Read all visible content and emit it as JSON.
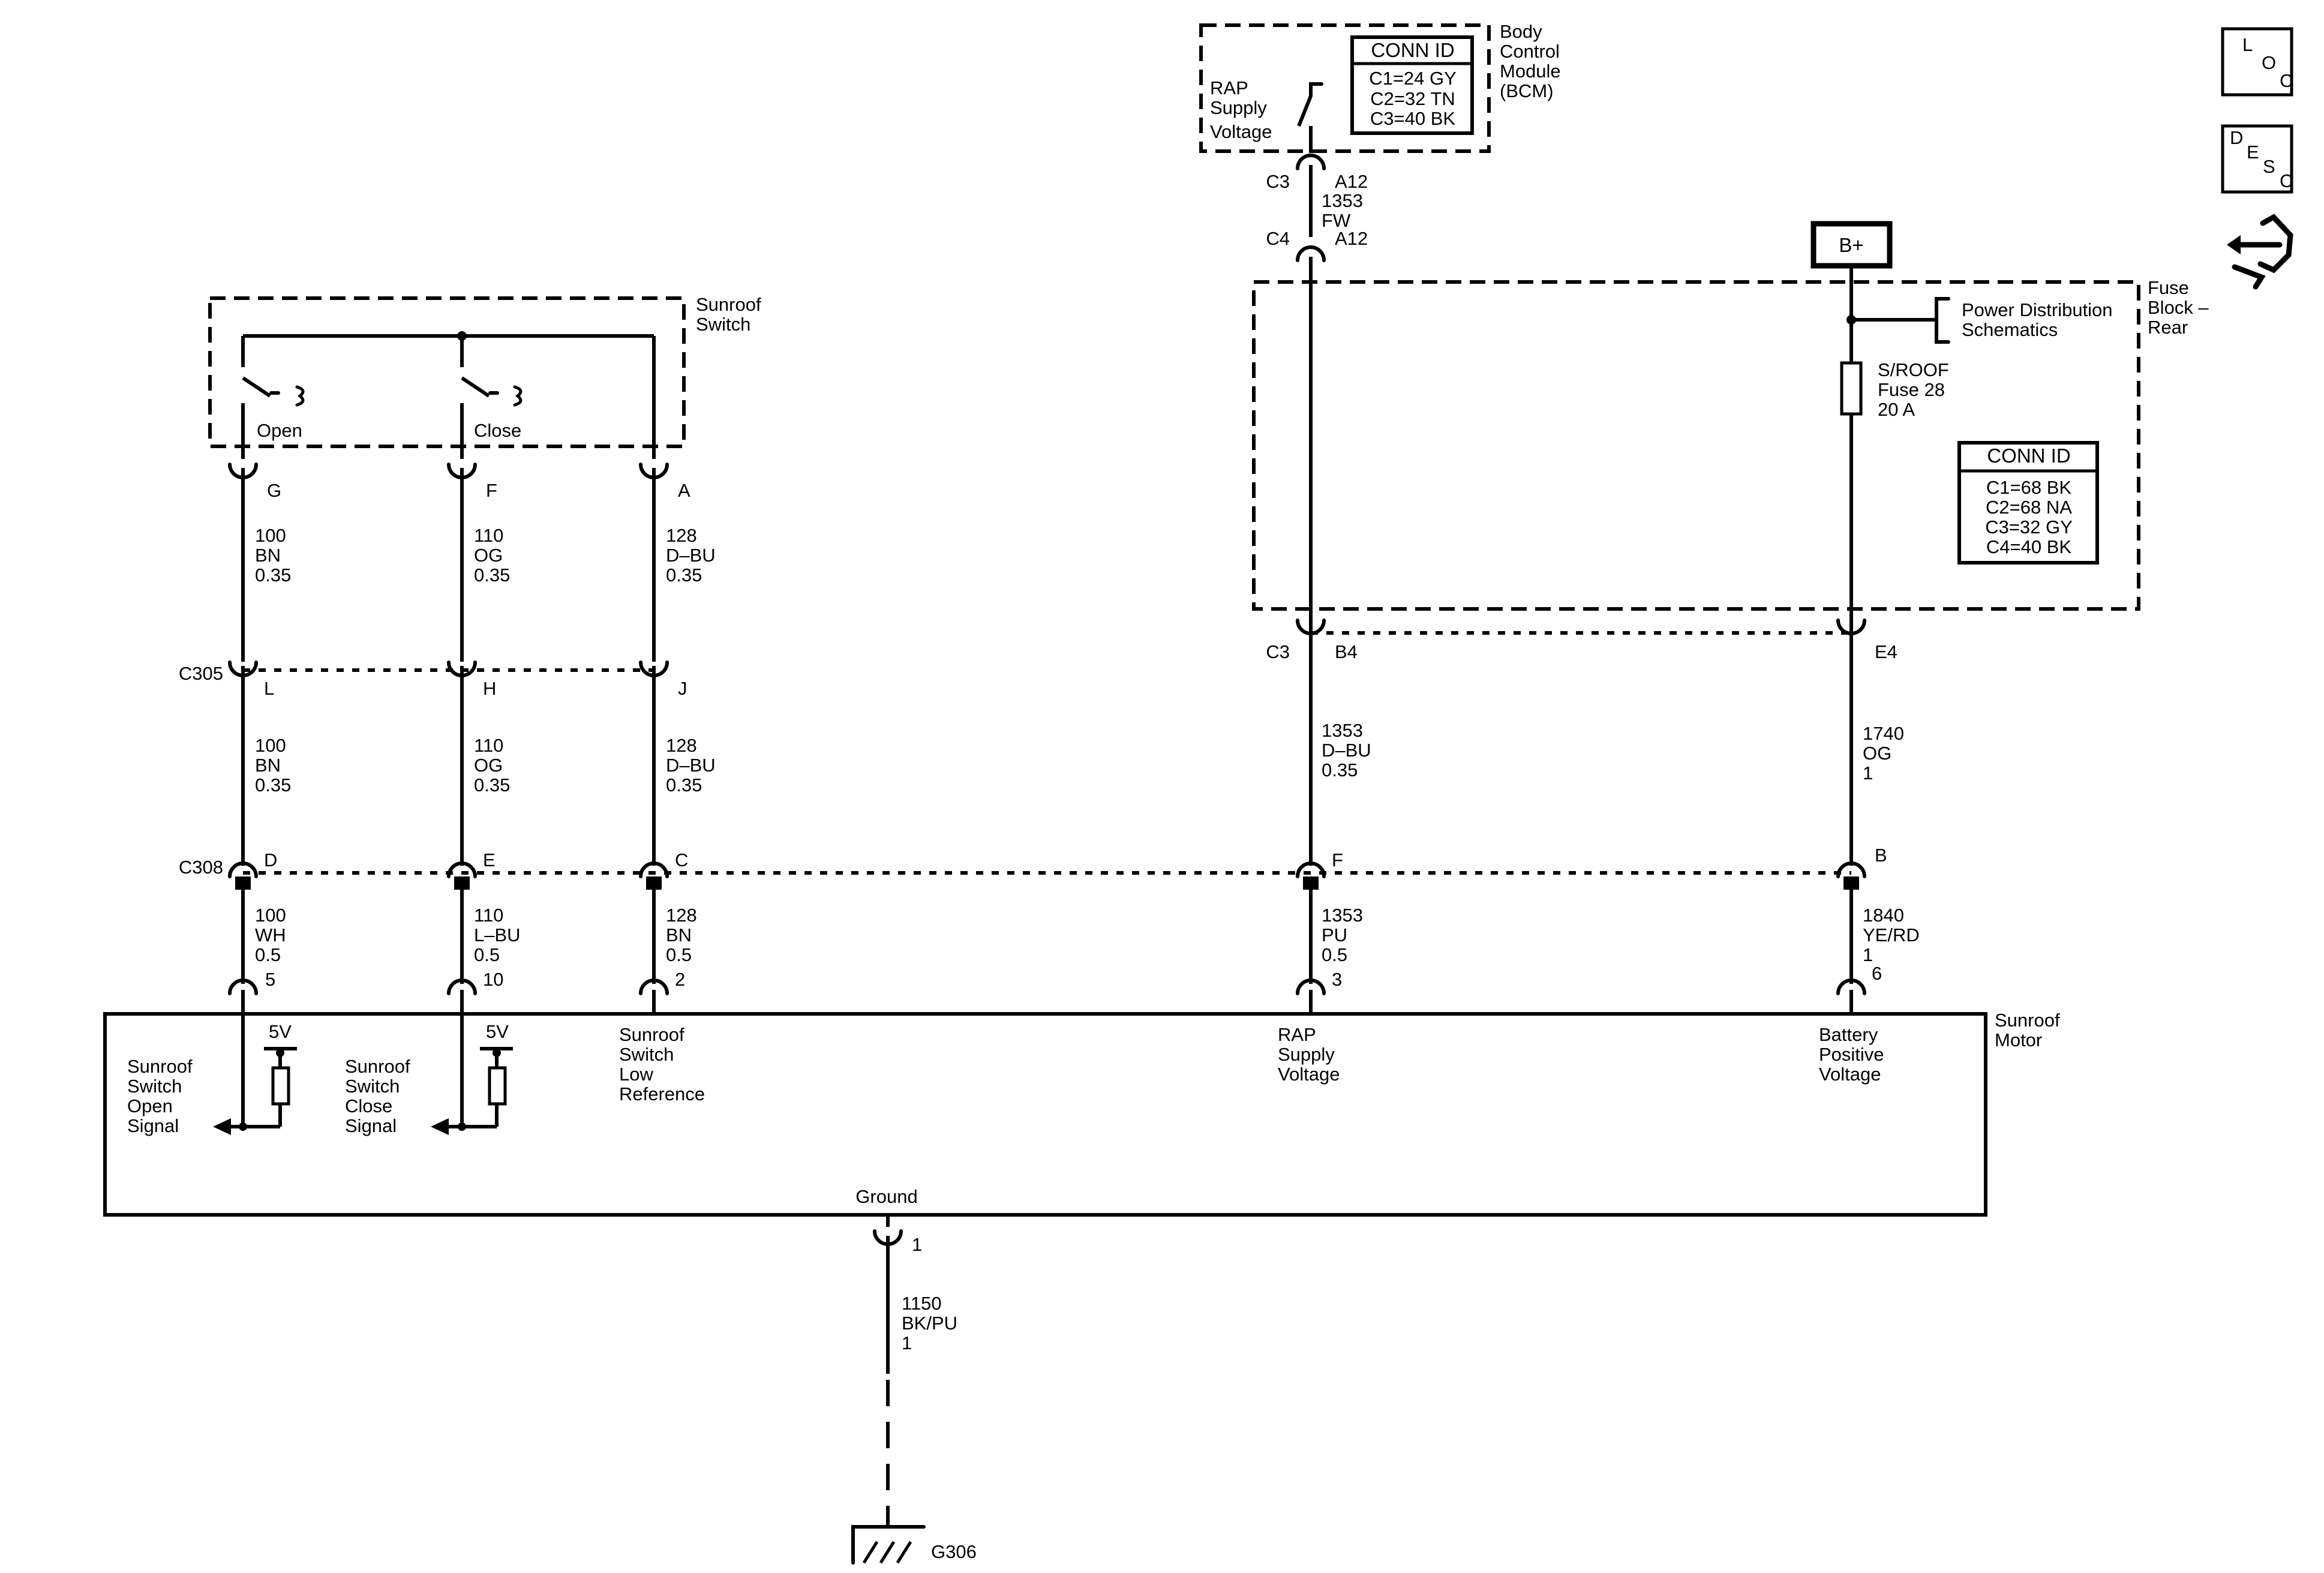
{
  "bcm": {
    "name": [
      "Body",
      "Control",
      "Module",
      "(BCM)"
    ],
    "supply": [
      "RAP",
      "Supply",
      "Voltage"
    ],
    "conn_id_title": "CONN ID",
    "conn_ids": [
      "C1=24 GY",
      "C2=32 TN",
      "C3=40 BK"
    ],
    "pin_conn": "C3",
    "pin": "A12"
  },
  "bcm_wire": {
    "circuit": "1353",
    "color": "FW"
  },
  "fuse_inlet": {
    "conn": "C4",
    "pin": "A12"
  },
  "bplus": "B+",
  "fuse_block": {
    "name": [
      "Fuse",
      "Block –",
      "Rear"
    ],
    "pds": [
      "Power Distribution",
      "Schematics"
    ],
    "fuse": [
      "S/ROOF",
      "Fuse 28",
      "20 A"
    ],
    "conn_id_title": "CONN ID",
    "conn_ids": [
      "C1=68 BK",
      "C2=68 NA",
      "C3=32 GY",
      "C4=40 BK"
    ],
    "out_conn": "C3",
    "rap_pin": "B4",
    "bat_pin": "E4"
  },
  "sunroof_switch": {
    "name": [
      "Sunroof",
      "Switch"
    ],
    "open_label": "Open",
    "close_label": "Close",
    "pins": [
      "G",
      "F",
      "A"
    ]
  },
  "switch_wires": [
    [
      "100",
      "BN",
      "0.35"
    ],
    [
      "110",
      "OG",
      "0.35"
    ],
    [
      "128",
      "D–BU",
      "0.35"
    ]
  ],
  "c305": {
    "name": "C305",
    "pins": [
      "L",
      "H",
      "J"
    ]
  },
  "c305_wires": [
    [
      "100",
      "BN",
      "0.35"
    ],
    [
      "110",
      "OG",
      "0.35"
    ],
    [
      "128",
      "D–BU",
      "0.35"
    ]
  ],
  "rap_wire": [
    "1353",
    "D–BU",
    "0.35"
  ],
  "bat_wire": [
    "1740",
    "OG",
    "1"
  ],
  "c308": {
    "name": "C308",
    "pins": [
      "D",
      "E",
      "C",
      "F",
      "B"
    ]
  },
  "motor_wires": [
    [
      "100",
      "WH",
      "0.5"
    ],
    [
      "110",
      "L–BU",
      "0.5"
    ],
    [
      "128",
      "BN",
      "0.5"
    ],
    [
      "1353",
      "PU",
      "0.5"
    ],
    [
      "1840",
      "YE/RD",
      "1"
    ]
  ],
  "motor": {
    "name": [
      "Sunroof",
      "Motor"
    ],
    "pins": [
      "5",
      "10",
      "2",
      "3",
      "6"
    ],
    "ref_voltage": "5V",
    "open_signal": [
      "Sunroof",
      "Switch",
      "Open",
      "Signal"
    ],
    "close_signal": [
      "Sunroof",
      "Switch",
      "Close",
      "Signal"
    ],
    "low_ref": [
      "Sunroof",
      "Switch",
      "Low",
      "Reference"
    ],
    "rap": [
      "RAP",
      "Supply",
      "Voltage"
    ],
    "battery": [
      "Battery",
      "Positive",
      "Voltage"
    ],
    "ground_label": "Ground",
    "ground_pin": "1"
  },
  "ground_wire": [
    "1150",
    "BK/PU",
    "1"
  ],
  "ground_id": "G306",
  "nav_icons": {
    "loc": [
      "L",
      "O",
      "C"
    ],
    "desc": [
      "D",
      "E",
      "S",
      "C"
    ],
    "other": "connector-icon"
  }
}
